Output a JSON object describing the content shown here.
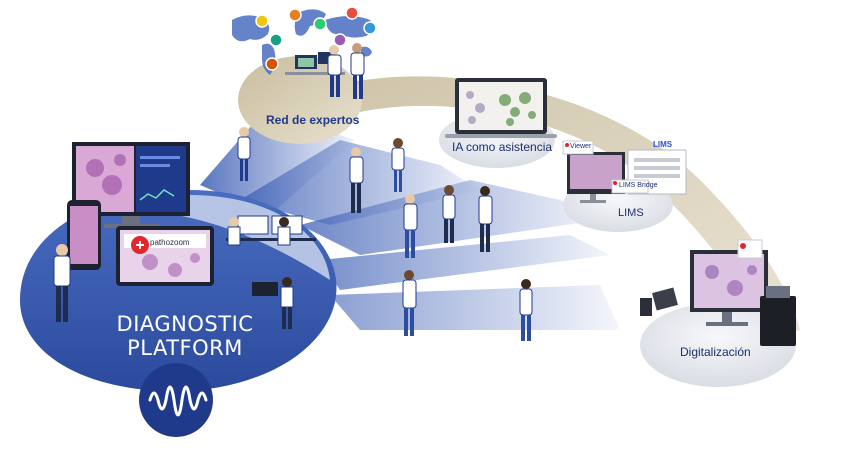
{
  "nodes": {
    "experts": "Red de expertos",
    "ai": "IA como asistencia",
    "lims": "LIMS",
    "lims_tag": "LIMS",
    "digitalization": "Digitalización"
  },
  "platform": {
    "line1": "DIAGNOSTIC",
    "line2": "PLATFORM",
    "logo_text": "pathozoom"
  },
  "screens": {
    "viewer_tag": "Viewer",
    "bridge_tag": "LIMS Bridge"
  },
  "colors": {
    "navy": "#1f3a8a",
    "blue": "#3559b0",
    "light_blue": "#d6def0",
    "beige": "#d9cdb4",
    "disc_grey": "#e6e8ec",
    "accent_red": "#e2262c"
  },
  "icons": [
    "world-map-icon",
    "person-icon",
    "monitor-icon",
    "laptop-icon",
    "tablet-icon",
    "phone-icon",
    "scanner-icon",
    "waveform-icon",
    "pathozoom-logo-icon"
  ]
}
